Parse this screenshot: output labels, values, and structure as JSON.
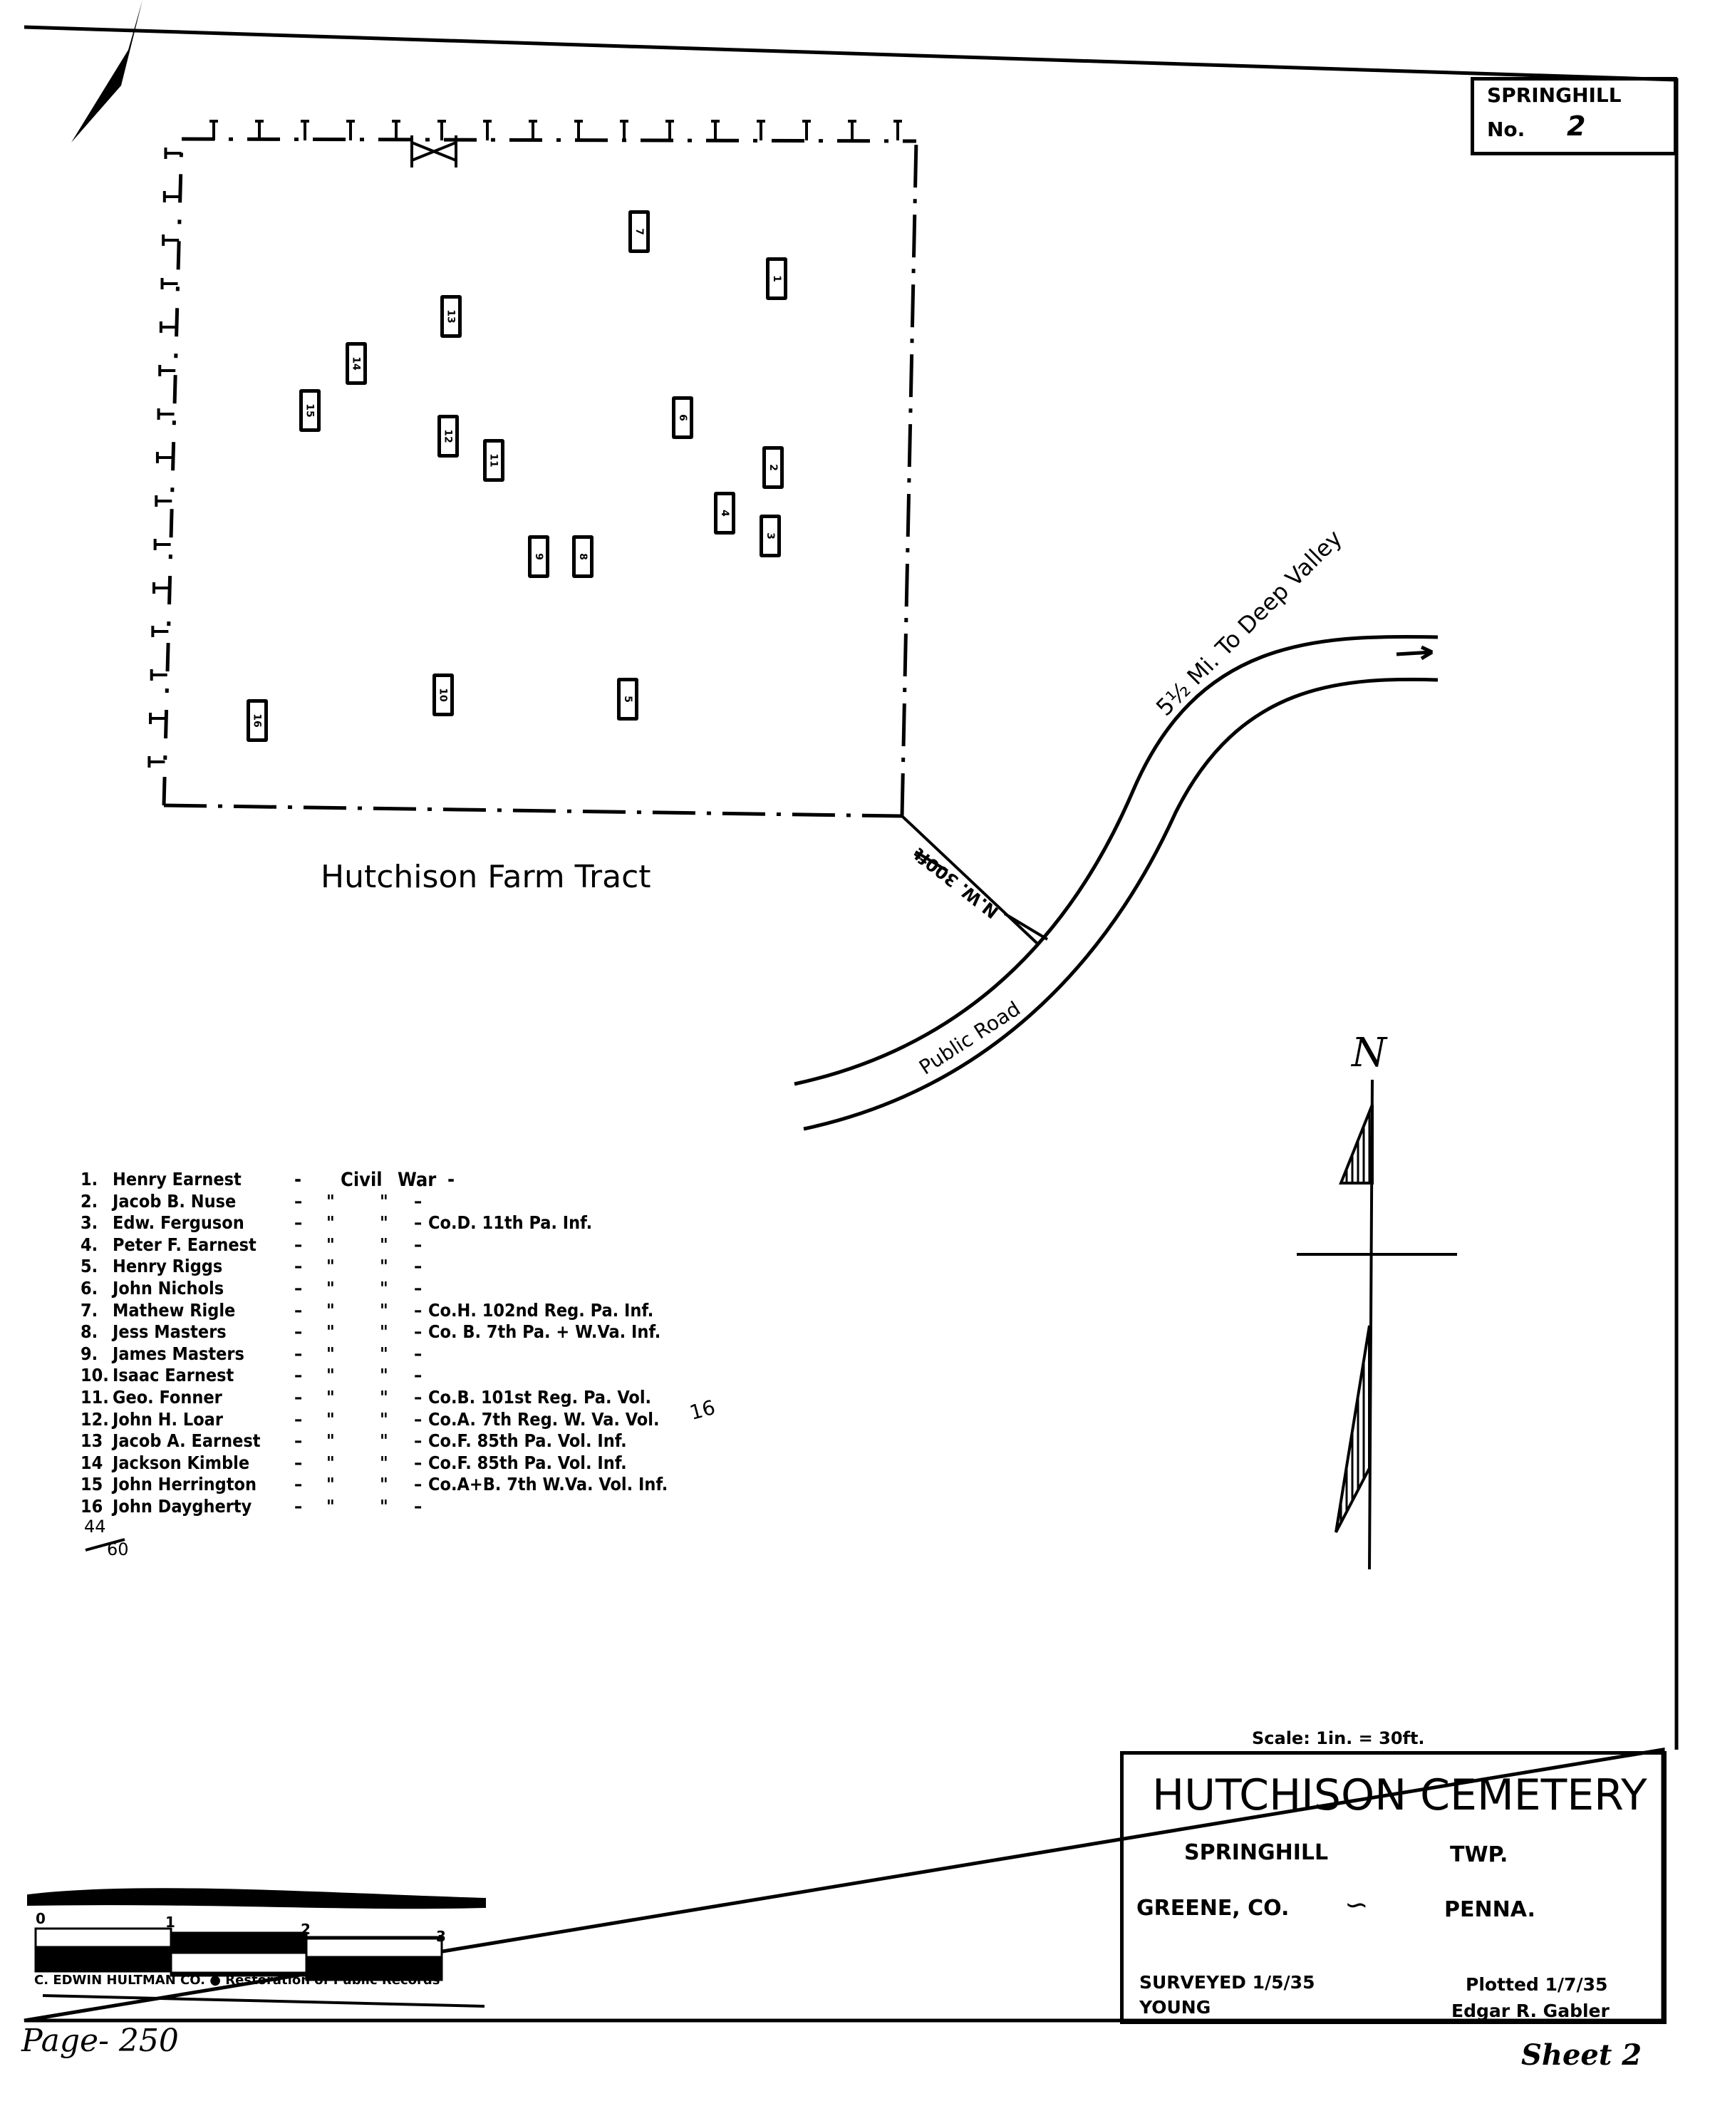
{
  "sheet_box": {
    "township": "SPRINGHILL",
    "no_label": "No.",
    "no_value": "2"
  },
  "plot": {
    "tract_label": "Hutchison Farm Tract",
    "graves": [
      "7",
      "1",
      "13",
      "14",
      "15",
      "12",
      "11",
      "6",
      "2",
      "4",
      "3",
      "9",
      "8",
      "10",
      "16",
      "5"
    ]
  },
  "road": {
    "name": "Public Road",
    "direction": "5½ Mi. To Deep Valley",
    "bearing": "N.W. 300ft"
  },
  "north": {
    "label": "N"
  },
  "legend": {
    "rows": [
      {
        "num": "1.",
        "name": "Henry Earnest",
        "dash": "-",
        "d1": "Civil",
        "d2": "War",
        "dash2": "-",
        "unit": ""
      },
      {
        "num": "2.",
        "name": "Jacob B. Nuse",
        "dash": "–",
        "d1": "\"",
        "d2": "\"",
        "dash2": "–",
        "unit": ""
      },
      {
        "num": "3.",
        "name": "Edw. Ferguson",
        "dash": "–",
        "d1": "\"",
        "d2": "\"",
        "dash2": "–",
        "unit": "Co.D. 11th Pa. Inf."
      },
      {
        "num": "4.",
        "name": "Peter F. Earnest",
        "dash": "–",
        "d1": "\"",
        "d2": "\"",
        "dash2": "–",
        "unit": ""
      },
      {
        "num": "5.",
        "name": "Henry Riggs",
        "dash": "–",
        "d1": "\"",
        "d2": "\"",
        "dash2": "–",
        "unit": ""
      },
      {
        "num": "6.",
        "name": "John Nichols",
        "dash": "–",
        "d1": "\"",
        "d2": "\"",
        "dash2": "–",
        "unit": ""
      },
      {
        "num": "7.",
        "name": "Mathew Rigle",
        "dash": "–",
        "d1": "\"",
        "d2": "\"",
        "dash2": "–",
        "unit": "Co.H. 102nd Reg. Pa. Inf."
      },
      {
        "num": "8.",
        "name": "Jess Masters",
        "dash": "–",
        "d1": "\"",
        "d2": "\"",
        "dash2": "–",
        "unit": "Co. B. 7th Pa. + W.Va. Inf."
      },
      {
        "num": "9.",
        "name": "James Masters",
        "dash": "–",
        "d1": "\"",
        "d2": "\"",
        "dash2": "–",
        "unit": ""
      },
      {
        "num": "10.",
        "name": "Isaac Earnest",
        "dash": "–",
        "d1": "\"",
        "d2": "\"",
        "dash2": "–",
        "unit": ""
      },
      {
        "num": "11.",
        "name": "Geo. Fonner",
        "dash": "–",
        "d1": "\"",
        "d2": "\"",
        "dash2": "–",
        "unit": "Co.B. 101st Reg. Pa. Vol."
      },
      {
        "num": "12.",
        "name": "John H. Loar",
        "dash": "–",
        "d1": "\"",
        "d2": "\"",
        "dash2": "–",
        "unit": "Co.A. 7th Reg. W. Va. Vol."
      },
      {
        "num": "13",
        "name": "Jacob A. Earnest",
        "dash": "–",
        "d1": "\"",
        "d2": "\"",
        "dash2": "–",
        "unit": "Co.F. 85th Pa. Vol. Inf."
      },
      {
        "num": "14",
        "name": "Jackson Kimble",
        "dash": "–",
        "d1": "\"",
        "d2": "\"",
        "dash2": "–",
        "unit": "Co.F. 85th Pa. Vol. Inf."
      },
      {
        "num": "15",
        "name": "John Herrington",
        "dash": "–",
        "d1": "\"",
        "d2": "\"",
        "dash2": "–",
        "unit": "Co.A+B. 7th W.Va. Vol. Inf."
      },
      {
        "num": "16",
        "name": "John Daygherty",
        "dash": "–",
        "d1": "\"",
        "d2": "\"",
        "dash2": "–",
        "unit": ""
      }
    ]
  },
  "annotations": {
    "count": "16",
    "tally_top": "44",
    "tally_bottom": "60"
  },
  "title_block": {
    "scale": "Scale: 1in. = 30ft.",
    "title": "HUTCHISON CEMETERY",
    "township": "SPRINGHILL",
    "twp": "TWP.",
    "county": "GREENE, CO.",
    "state": "PENNA.",
    "surveyed": "SURVEYED 1/5/35",
    "surveyor": "YOUNG",
    "plotted": "Plotted 1/7/35",
    "plotter": "Edgar R. Gabler"
  },
  "scale_bar": {
    "ticks": [
      "0",
      "1",
      "2",
      "3"
    ],
    "company": "C. EDWIN HULTMAN CO.",
    "tagline": "Restoration of Public Records"
  },
  "page_note": "Page- 250",
  "sheet_note": "Sheet 2"
}
